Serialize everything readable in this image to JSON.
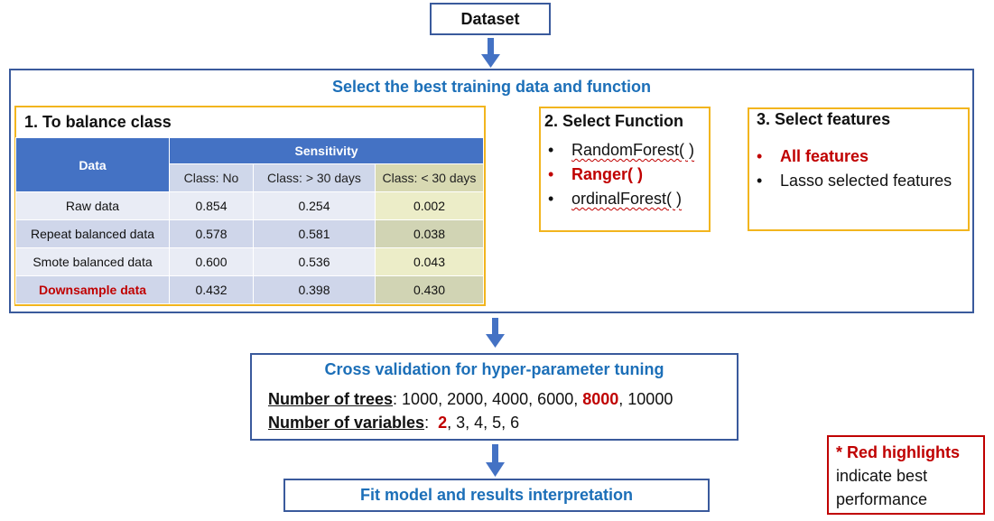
{
  "dataset": {
    "label": "Dataset"
  },
  "main": {
    "title": "Select the best training data and function"
  },
  "balance": {
    "title": "1. To balance class",
    "table": {
      "data_header": "Data",
      "group_header": "Sensitivity",
      "columns": [
        "Class: No",
        "Class: > 30 days",
        "Class: < 30 days"
      ],
      "rows": [
        {
          "label": "Raw data",
          "values": [
            "0.854",
            "0.254",
            "0.002"
          ]
        },
        {
          "label": "Repeat balanced data",
          "values": [
            "0.578",
            "0.581",
            "0.038"
          ]
        },
        {
          "label": "Smote balanced data",
          "values": [
            "0.600",
            "0.536",
            "0.043"
          ]
        },
        {
          "label": "Downsample data",
          "values": [
            "0.432",
            "0.398",
            "0.430"
          ]
        }
      ]
    }
  },
  "functions": {
    "title": "2. Select Function",
    "items": [
      "RandomForest( )",
      "Ranger( )",
      "ordinalForest( )"
    ]
  },
  "features": {
    "title": "3. Select features",
    "items": [
      "All features",
      "Lasso selected features"
    ]
  },
  "cross_validation": {
    "title": "Cross validation for hyper-parameter tuning",
    "trees_label": "Number of trees",
    "trees_before": ": 1000, 2000, 4000, 6000, ",
    "trees_best": "8000",
    "trees_after": ", 10000",
    "vars_label": "Number of variables",
    "vars_before": ":  ",
    "vars_best": "2",
    "vars_after": ", 3, 4, 5, 6"
  },
  "fit": {
    "label": "Fit model and results interpretation"
  },
  "note": {
    "highlight": "* Red highlights",
    "rest1": "indicate best",
    "rest2": "performance"
  },
  "colors": {
    "accent_blue": "#1c6fb8",
    "best_red": "#c00000",
    "box_yellow": "#f2b51e",
    "box_blue": "#3a5a9c",
    "arrow": "#4472c4"
  }
}
